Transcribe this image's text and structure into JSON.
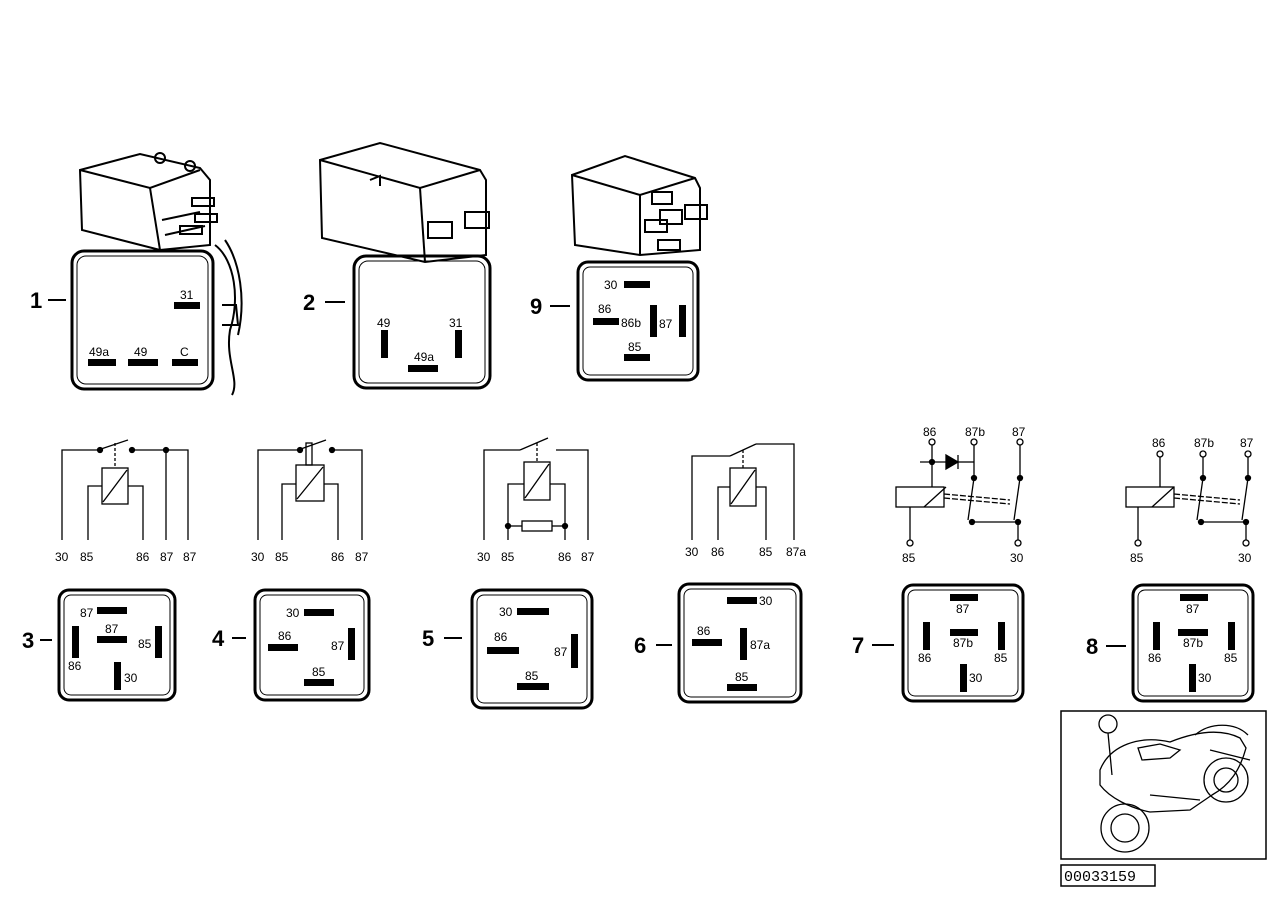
{
  "callouts": {
    "c1": "1",
    "c2": "2",
    "c9": "9",
    "c3": "3",
    "c4": "4",
    "c5": "5",
    "c6": "6",
    "c7": "7",
    "c8": "8"
  },
  "relay1": {
    "p31": "31",
    "p49a": "49a",
    "p49": "49",
    "pC": "C"
  },
  "relay2": {
    "p49": "49",
    "p31": "31",
    "p49a": "49a"
  },
  "relay9": {
    "p30": "30",
    "p86": "86",
    "p86b": "86b",
    "p87": "87",
    "p85": "85"
  },
  "schem3": {
    "t1": "30",
    "t2": "85",
    "t3": "86",
    "t4": "87",
    "t5": "87"
  },
  "schem4": {
    "t1": "30",
    "t2": "85",
    "t3": "86",
    "t4": "87"
  },
  "schem5": {
    "t1": "30",
    "t2": "85",
    "t3": "86",
    "t4": "87"
  },
  "schem6": {
    "t1": "30",
    "t2": "86",
    "t3": "85",
    "t4": "87a"
  },
  "schem7": {
    "top1": "86",
    "top2": "87b",
    "top3": "87",
    "bot1": "85",
    "bot2": "30"
  },
  "schem8": {
    "top1": "86",
    "top2": "87b",
    "top3": "87",
    "bot1": "85",
    "bot2": "30"
  },
  "pin3": {
    "p87a": "87",
    "p87b": "87",
    "p86": "86",
    "p85": "85",
    "p30": "30"
  },
  "pin4": {
    "p30": "30",
    "p86": "86",
    "p87": "87",
    "p85": "85"
  },
  "pin5": {
    "p30": "30",
    "p86": "86",
    "p87": "87",
    "p85": "85"
  },
  "pin6": {
    "p30": "30",
    "p86": "86",
    "p87a": "87a",
    "p85": "85"
  },
  "pin7": {
    "p87": "87",
    "p86": "86",
    "p87b": "87b",
    "p85": "85",
    "p30": "30"
  },
  "pin8": {
    "p87": "87",
    "p86": "86",
    "p87b": "87b",
    "p85": "85",
    "p30": "30"
  },
  "footer": {
    "code": "00033159"
  }
}
